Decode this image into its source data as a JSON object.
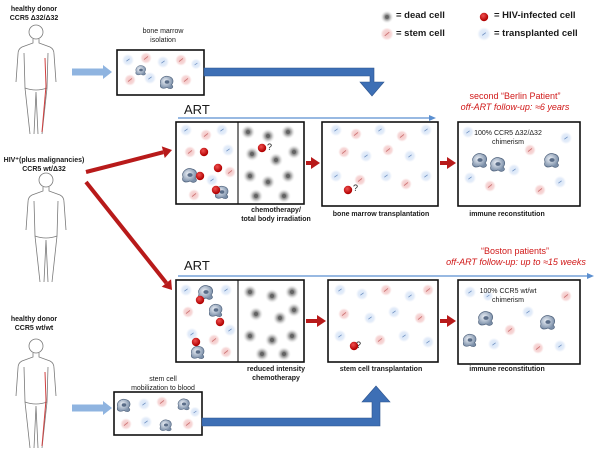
{
  "legend": {
    "dead_cell": "= dead cell",
    "hiv_infected_cell": "= HIV-infected cell",
    "stem_cell": "= stem cell",
    "transplanted_cell": "= transplanted cell"
  },
  "donor_top": {
    "line1": "healthy donor",
    "line2": "CCR5 Δ32/Δ32"
  },
  "bone_marrow_isolation": {
    "line1": "bone marrow",
    "line2": "isolation"
  },
  "patient": {
    "line1": "HIV⁺(plus malignancies)",
    "line2": "CCR5 wt/Δ32"
  },
  "donor_bottom": {
    "line1": "healthy donor",
    "line2": "CCR5 wt/wt"
  },
  "stem_cell_mobilization": {
    "line1": "stem cell",
    "line2": "mobilization to blood"
  },
  "top_row": {
    "art_label": "ART",
    "step1_label_line1": "chemotherapy/",
    "step1_label_line2": "total body irradiation",
    "step2_label": "bone marrow transplantation",
    "step3_label": "immune reconstitution",
    "chimerism_line1": "100%  CCR5 Δ32/Δ32",
    "chimerism_line2": "chimerism",
    "patient_title": "second “Berlin Patient”",
    "followup": "off-ART follow-up: ≈6 years",
    "question_mark": "?"
  },
  "bottom_row": {
    "art_label": "ART",
    "step1_label_line1": "reduced intensity",
    "step1_label_line2": "chemotherapy",
    "step2_label": "stem cell transplantation",
    "step3_label": "immune reconstitution",
    "chimerism_line1": "100%  CCR5 wt/wt",
    "chimerism_line2": "chimerism",
    "patient_title": "“Boston patients”",
    "followup": "off-ART follow-up: up to ≈15 weeks",
    "question_mark": "?"
  },
  "colors": {
    "hiv_red": "#cc1111",
    "arrow_red": "#b81a1a",
    "flow_blue": "#3d6fb5",
    "light_blue_arrow": "#8fb4e0",
    "art_line": "#5b8fd0",
    "caption_red": "#d01818"
  },
  "icons": [
    "dead-cell-icon",
    "hiv-infected-cell-icon",
    "stem-cell-icon",
    "transplanted-cell-icon",
    "human-figure-icon",
    "arrow-icon"
  ]
}
